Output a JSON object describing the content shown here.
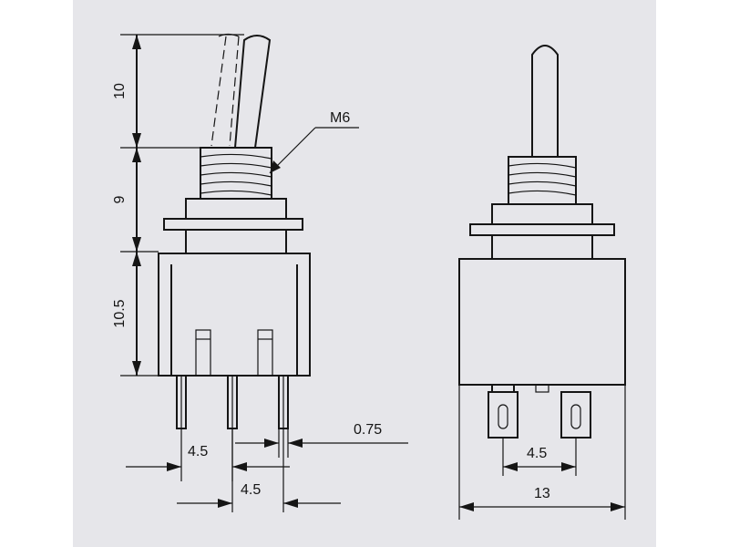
{
  "diagram": {
    "labels": {
      "height_lever": "10",
      "height_thread": "9",
      "height_body": "10.5",
      "thread_callout": "M6",
      "pin_width": "0.75",
      "pin_pitch_1": "4.5",
      "pin_pitch_2": "4.5",
      "front_pin_pitch": "4.5",
      "body_width": "13"
    },
    "colors": {
      "line": "#151515",
      "paper": "#e6e6ea"
    }
  }
}
